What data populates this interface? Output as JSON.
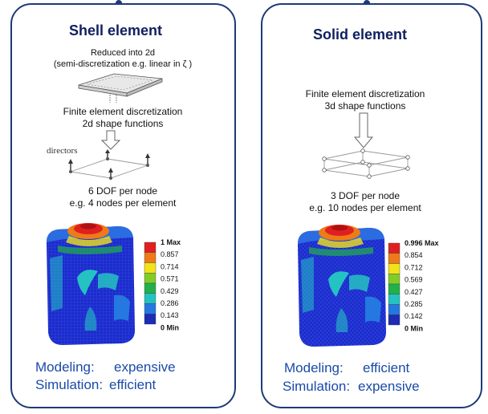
{
  "shell": {
    "title": "Shell element",
    "reduced_line1": "Reduced into 2d",
    "reduced_line2": "(semi-discretization e.g. linear in ζ )",
    "fe_line1": "Finite element discretization",
    "fe_line2": "2d shape functions",
    "directors_label": "directors",
    "dof_line1": "6 DOF  per node",
    "dof_line2": "e.g. 4 nodes per element",
    "legend": [
      "1 Max",
      "0.857",
      "0.714",
      "0.571",
      "0.429",
      "0.286",
      "0.143",
      "0 Min"
    ],
    "modeling_label": "Modeling:",
    "modeling_value": "expensive",
    "simulation_label": "Simulation:",
    "simulation_value": "efficient"
  },
  "solid": {
    "title": "Solid element",
    "fe_line1": "Finite element discretization",
    "fe_line2": "3d shape functions",
    "dof_line1": "3 DOF  per node",
    "dof_line2": "e.g. 10 nodes per element",
    "legend": [
      "0.996 Max",
      "0.854",
      "0.712",
      "0.569",
      "0.427",
      "0.285",
      "0.142",
      "0 Min"
    ],
    "modeling_label": "Modeling:",
    "modeling_value": "efficient",
    "simulation_label": "Simulation:",
    "simulation_value": "expensive"
  },
  "colors": {
    "border": "#1d3a78",
    "legend_scale": [
      "#e02020",
      "#ee7a18",
      "#f2e21a",
      "#82cc28",
      "#22b04a",
      "#24c2c2",
      "#2478e0",
      "#1c2cb4"
    ],
    "mesh_body": "#1c2ccc",
    "bottom_text": "#1a4aa8"
  }
}
